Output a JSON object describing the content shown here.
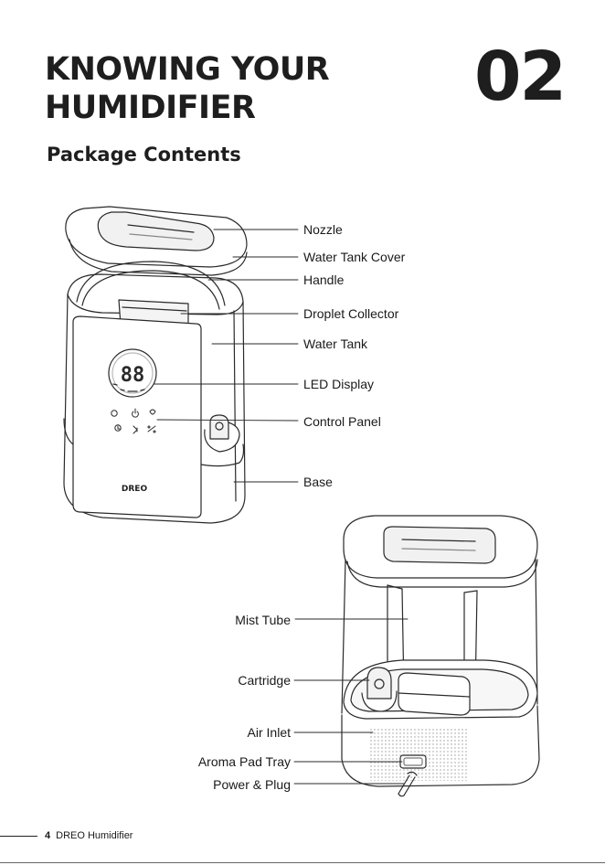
{
  "title": {
    "line1": "KNOWING YOUR",
    "line2": "HUMIDIFIER",
    "chapter_number": "02"
  },
  "section_title": "Package Contents",
  "front_view": {
    "brand_logo": "DREO",
    "display_digits": "88",
    "labels": {
      "nozzle": "Nozzle",
      "water_tank_cover": "Water Tank Cover",
      "handle": "Handle",
      "droplet_collector": "Droplet Collector",
      "water_tank": "Water Tank",
      "led_display": "LED Display",
      "control_panel": "Control Panel",
      "base": "Base"
    }
  },
  "inner_view": {
    "labels": {
      "mist_tube": "Mist Tube",
      "cartridge": "Cartridge",
      "air_inlet": "Air Inlet",
      "aroma_pad_tray": "Aroma Pad Tray",
      "power_plug": "Power & Plug"
    }
  },
  "footer": {
    "page_number": "4",
    "product_name": "DREO Humidifier"
  },
  "colors": {
    "text": "#1e1e1e",
    "line_art": "#2a2a2a",
    "shading": "#eeeeee"
  }
}
